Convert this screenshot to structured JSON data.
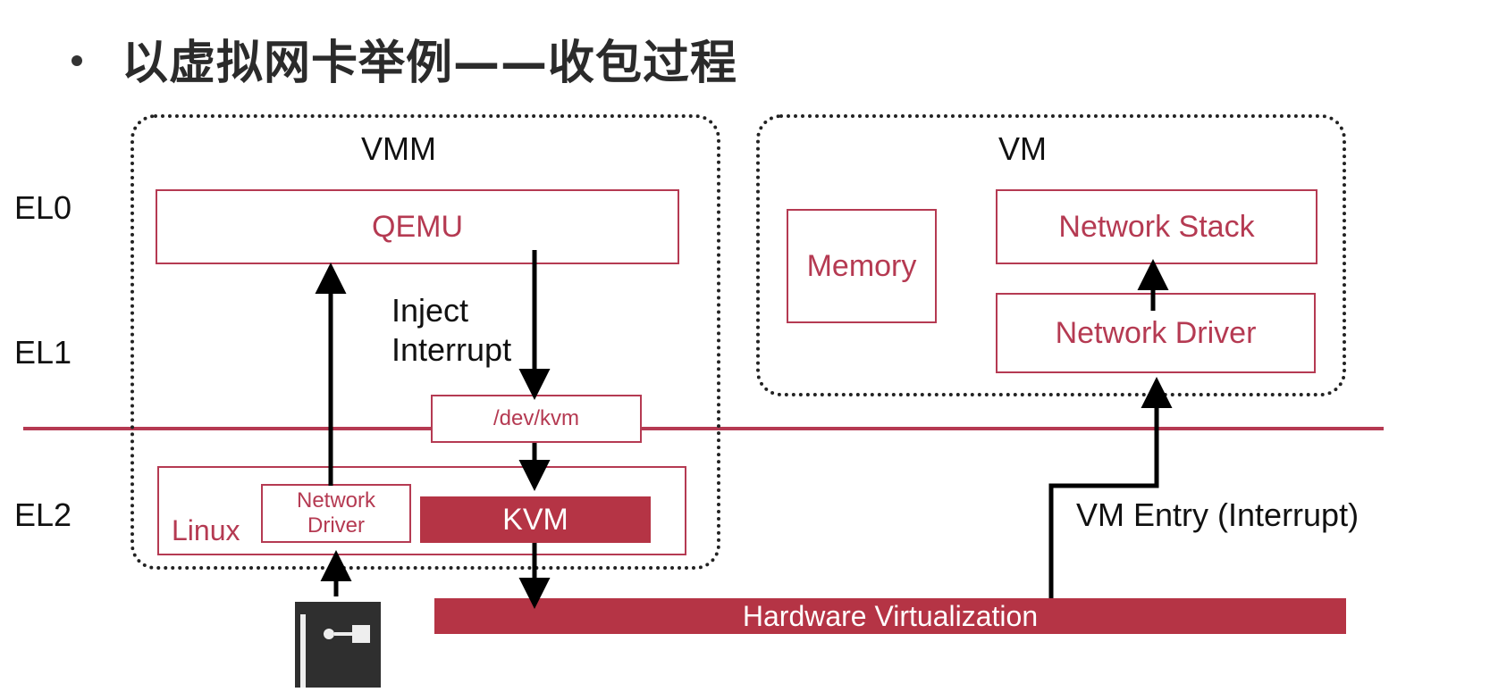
{
  "title": "以虚拟网卡举例——收包过程",
  "levels": {
    "el0": "EL0",
    "el1": "EL1",
    "el2": "EL2"
  },
  "vmm": {
    "title": "VMM",
    "qemu": "QEMU",
    "dev_kvm": "/dev/kvm",
    "linux": "Linux",
    "network_driver": "Network Driver",
    "kvm": "KVM",
    "inject_line1": "Inject",
    "inject_line2": "Interrupt"
  },
  "vm": {
    "title": "VM",
    "memory": "Memory",
    "network_stack": "Network Stack",
    "network_driver": "Network Driver"
  },
  "vm_entry": "VM Entry (Interrupt)",
  "hardware": "Hardware Virtualization",
  "icons": {
    "nic": "network-card-icon"
  },
  "colors": {
    "accent": "#b53a52",
    "accent_fill": "#b53445",
    "text": "#111111"
  }
}
